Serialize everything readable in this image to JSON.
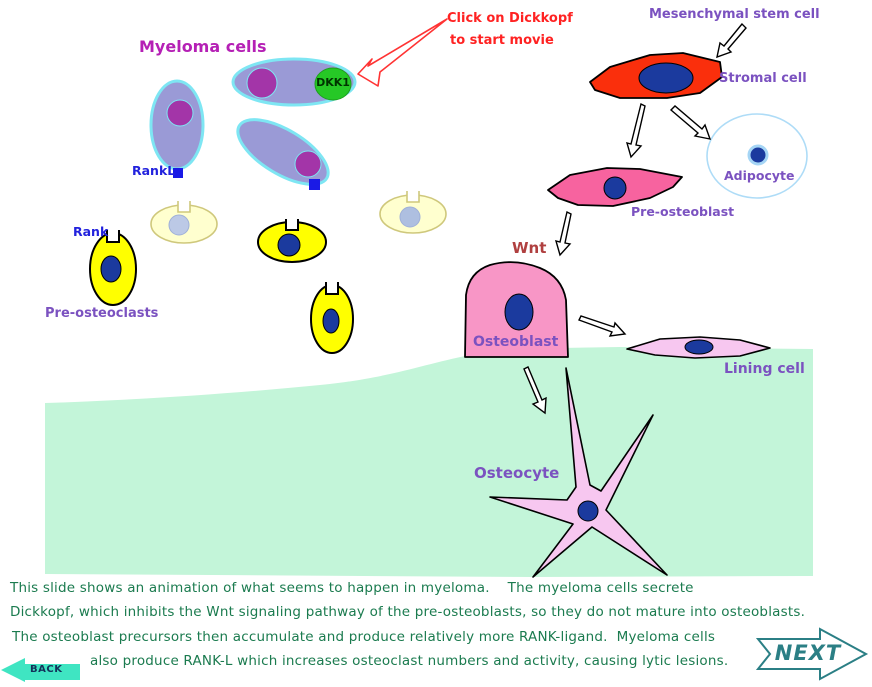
{
  "diagram": {
    "title": "Myeloma cells",
    "instruction": {
      "line1": "Click on Dickkopf",
      "line2": "to start movie"
    },
    "labels": {
      "mesenchymal": "Mesenchymal stem cell",
      "stromal": "Stromal cell",
      "adipocyte": "Adipocyte",
      "pre_osteoblast": "Pre-osteoblast",
      "wnt": "Wnt",
      "osteoblast": "Osteoblast",
      "lining_cell": "Lining cell",
      "osteocyte": "Osteocyte",
      "pre_osteoclasts": "Pre-osteoclasts",
      "rank": "Rank",
      "rankl": "RankL",
      "dkk1": "DKK1"
    },
    "colors": {
      "myeloma_cell": "#9a9ad6",
      "myeloma_outline": "#7ee6f3",
      "myeloma_nucleus": "#a335a8",
      "dkk1_green": "#26c826",
      "stromal_red": "#fa2f0c",
      "pre_osteoblast_pink": "#f7639f",
      "osteoblast_pink": "#f896c6",
      "lining_osteocyte_pink": "#f7c7f0",
      "osteoclast_yellow": "#ffff00",
      "precursor_cream": "#ffffcf",
      "nucleus_navy": "#1b3a9e",
      "bone_green": "#c3f5d9",
      "label_purple": "#7b52c0",
      "rank_blue": "#2222dd",
      "wnt_red": "#b04040",
      "instruction_red": "#ff2222",
      "caption_green": "#1b7b4f",
      "nav_teal": "#2b7f85",
      "back_turquoise": "#3fe5c2"
    }
  },
  "caption": {
    "line1": "This slide shows an animation of what seems to happen in myeloma.    The myeloma cells secrete",
    "line2": "Dickkopf, which inhibits the Wnt signaling pathway of the pre-osteoblasts, so they do not mature into osteoblasts.",
    "line3": "The osteoblast precursors then accumulate and produce relatively more RANK-ligand.  Myeloma cells",
    "line4": "also produce RANK-L which increases osteoclast numbers and activity, causing lytic lesions."
  },
  "nav": {
    "next": "NEXT",
    "back": "BACK"
  }
}
